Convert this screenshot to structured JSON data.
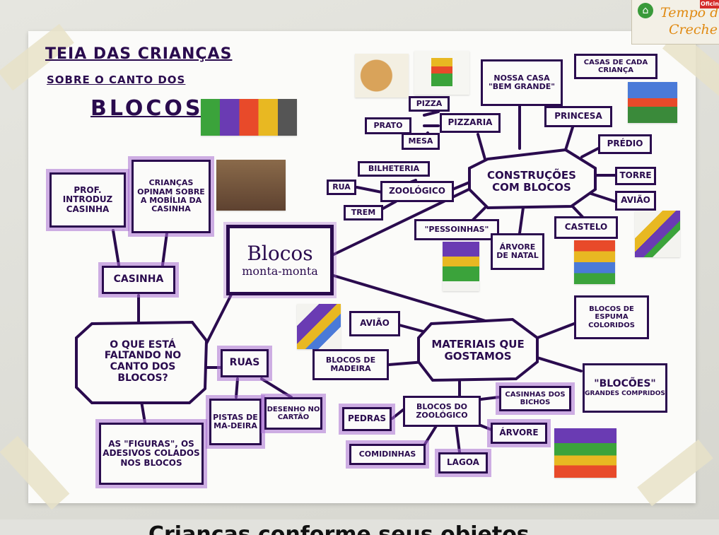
{
  "logo": {
    "line1": "Tempo d",
    "line2": "Creche",
    "badge": "Oficin"
  },
  "title": {
    "line1": "TEIA DAS CRIANÇAS",
    "line2": "SOBRE O CANTO DOS",
    "line3": "BLOCOS"
  },
  "center": {
    "line1": "Blocos",
    "line2": "monta-monta"
  },
  "construcoes": {
    "hub": "CONSTRUÇÕES COM BLOCOS",
    "nossa_casa": "NOSSA CASA \"BEM GRANDE\"",
    "casas": "CASAS DE CADA CRIANÇA",
    "pizza": "PIZZA",
    "prato": "PRATO",
    "pizzaria": "PIZZARIA",
    "mesa": "MESA",
    "princesa": "PRINCESA",
    "predio": "PRÉDIO",
    "torre": "TORRE",
    "aviao": "AVIÃO",
    "bilheteria": "BILHETERIA",
    "rua": "RUA",
    "zoologico": "ZOOLÓGICO",
    "trem": "TREM",
    "pessoinhas": "\"PESSOINHAS\"",
    "arvore_natal": "ÁRVORE DE NATAL",
    "castelo": "CASTELO"
  },
  "materiais": {
    "hub": "MATERIAIS QUE GOSTAMOS",
    "aviao": "AVIÃO",
    "espuma": "BLOCOS DE ESPUMA COLORIDOS",
    "madeira": "BLOCOS DE MADEIRA",
    "blocoes": "\"BLOCÕES\"",
    "blocoes_sub": "GRANDES COMPRIDOS",
    "zoo": "BLOCOS DO ZOOLÓGICO",
    "casinhas": "CASINHAS DOS BICHOS",
    "pedras": "PEDRAS",
    "arvore": "ÁRVORE",
    "comidinhas": "COMIDINHAS",
    "lagoa": "LAGOA"
  },
  "faltando": {
    "hub": "O QUE ESTÁ FALTANDO NO CANTO DOS BLOCOS?",
    "casinha": "CASINHA",
    "prof": "PROF. INTRODUZ CASINHA",
    "criancas": "CRIANÇAS OPINAM SOBRE A MOBÍLIA DA CASINHA",
    "ruas": "RUAS",
    "pistas": "PISTAS DE MA-DEIRA",
    "desenho": "DESENHO NO CARTÃO",
    "figuras": "AS \"FIGURAS\", OS ADESIVOS COLADOS NOS BLOCOS"
  },
  "caption": "Crianças conforme seus objetos",
  "colors": {
    "ink": "#2a0b4e",
    "highlight": "#a86ed2",
    "paper": "#fbfbf9"
  }
}
